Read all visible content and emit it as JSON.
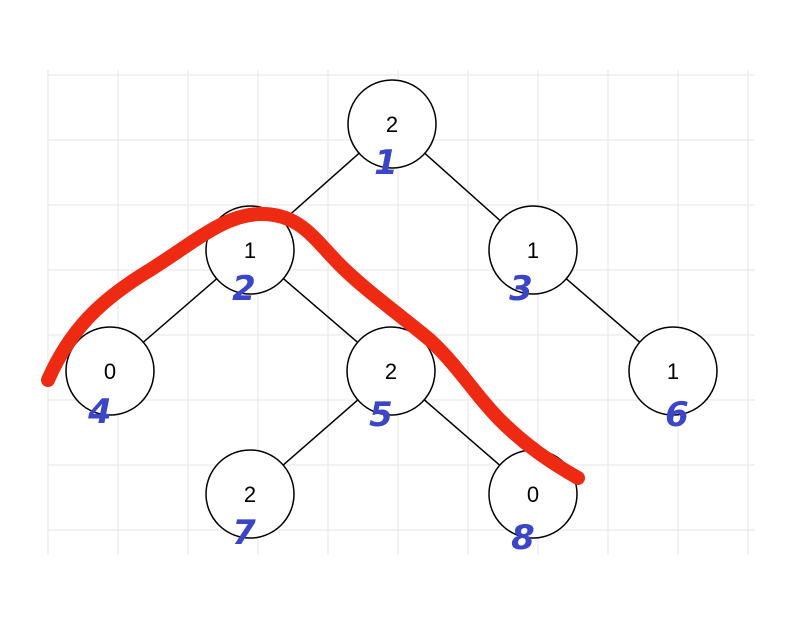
{
  "colors": {
    "grid": "#e6e6e6",
    "edge": "#000000",
    "node_stroke": "#000000",
    "node_fill": "#ffffff",
    "index_ink": "#3a45c8",
    "path_ink": "#ee2a12"
  },
  "tree": {
    "nodes": [
      {
        "id": 1,
        "value": "2",
        "index_label": "1"
      },
      {
        "id": 2,
        "value": "1",
        "index_label": "2"
      },
      {
        "id": 3,
        "value": "1",
        "index_label": "3"
      },
      {
        "id": 4,
        "value": "0",
        "index_label": "4"
      },
      {
        "id": 5,
        "value": "2",
        "index_label": "5"
      },
      {
        "id": 6,
        "value": "1",
        "index_label": "6"
      },
      {
        "id": 7,
        "value": "2",
        "index_label": "7"
      },
      {
        "id": 8,
        "value": "0",
        "index_label": "8"
      }
    ],
    "edges": [
      [
        1,
        2
      ],
      [
        1,
        3
      ],
      [
        2,
        4
      ],
      [
        2,
        5
      ],
      [
        3,
        6
      ],
      [
        5,
        7
      ],
      [
        5,
        8
      ]
    ],
    "highlighted_path": [
      4,
      2,
      5,
      8
    ]
  }
}
